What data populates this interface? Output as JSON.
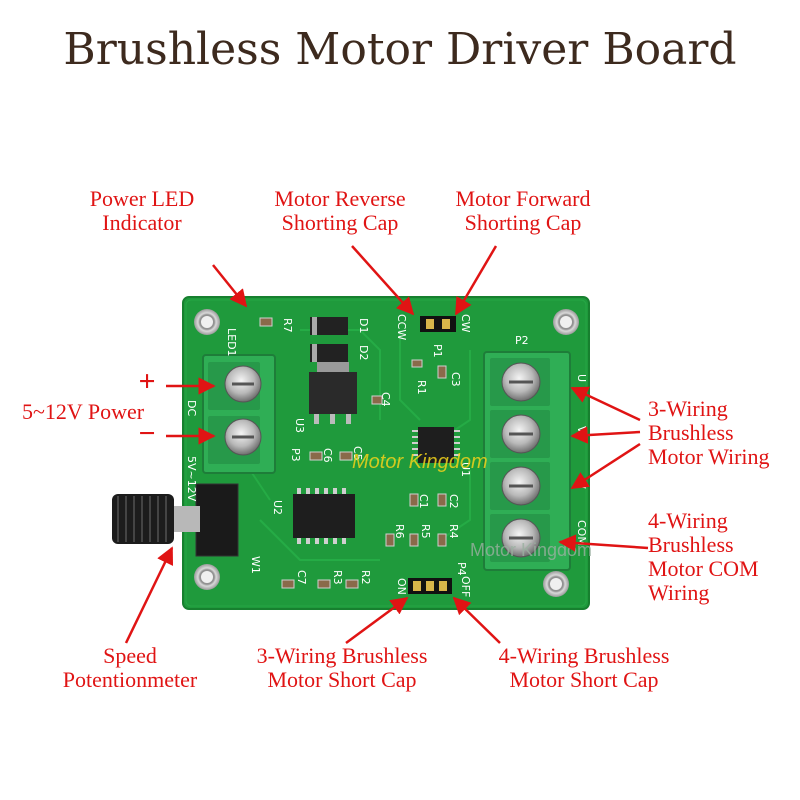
{
  "title": "Brushless Motor Driver Board",
  "labels": {
    "power_led": [
      "Power LED",
      "Indicator"
    ],
    "motor_reverse": [
      "Motor Reverse",
      "Shorting Cap"
    ],
    "motor_forward": [
      "Motor Forward",
      "Shorting Cap"
    ],
    "power_input": "5~12V Power",
    "three_wiring": [
      "3-Wiring",
      "Brushless",
      "Motor Wiring"
    ],
    "four_wiring": [
      "4-Wiring",
      "Brushless",
      "Motor COM",
      "Wiring"
    ],
    "speed_pot": [
      "Speed",
      "Potentionmeter"
    ],
    "short_cap_3": [
      "3-Wiring Brushless",
      "Motor Short Cap"
    ],
    "short_cap_4": [
      "4-Wiring Brushless",
      "Motor Short Cap"
    ]
  },
  "polarity": {
    "plus": "+",
    "minus": "−"
  },
  "silkscreen": {
    "led": "LED1",
    "r7": "R7",
    "d1": "D1",
    "d2": "D2",
    "ccw": "CCW",
    "cw": "CW",
    "p1": "P1",
    "p2": "P2",
    "r1": "R1",
    "c3": "C3",
    "c4": "C4",
    "u3": "U3",
    "dc": "DC",
    "p3": "P3",
    "c6": "C6",
    "c5": "C5",
    "u1": "U1",
    "c1": "C1",
    "c2": "C2",
    "u2": "U2",
    "voltage": "5V~12V",
    "r6": "R6",
    "r5": "R5",
    "r4": "R4",
    "p4": "P4",
    "w1": "W1",
    "c7": "C7",
    "r3": "R3",
    "r2": "R2",
    "on": "ON",
    "off": "OFF",
    "u": "U",
    "v": "V",
    "w": "W",
    "com": "COM"
  },
  "watermark": {
    "store_top": "Motor Kingdom",
    "store_bottom": "Motor Kingdom"
  },
  "colors": {
    "label": "#e01414",
    "pcb": "#1f9a3c",
    "terminal": "#2fae55",
    "title": "#3d2a1e"
  }
}
